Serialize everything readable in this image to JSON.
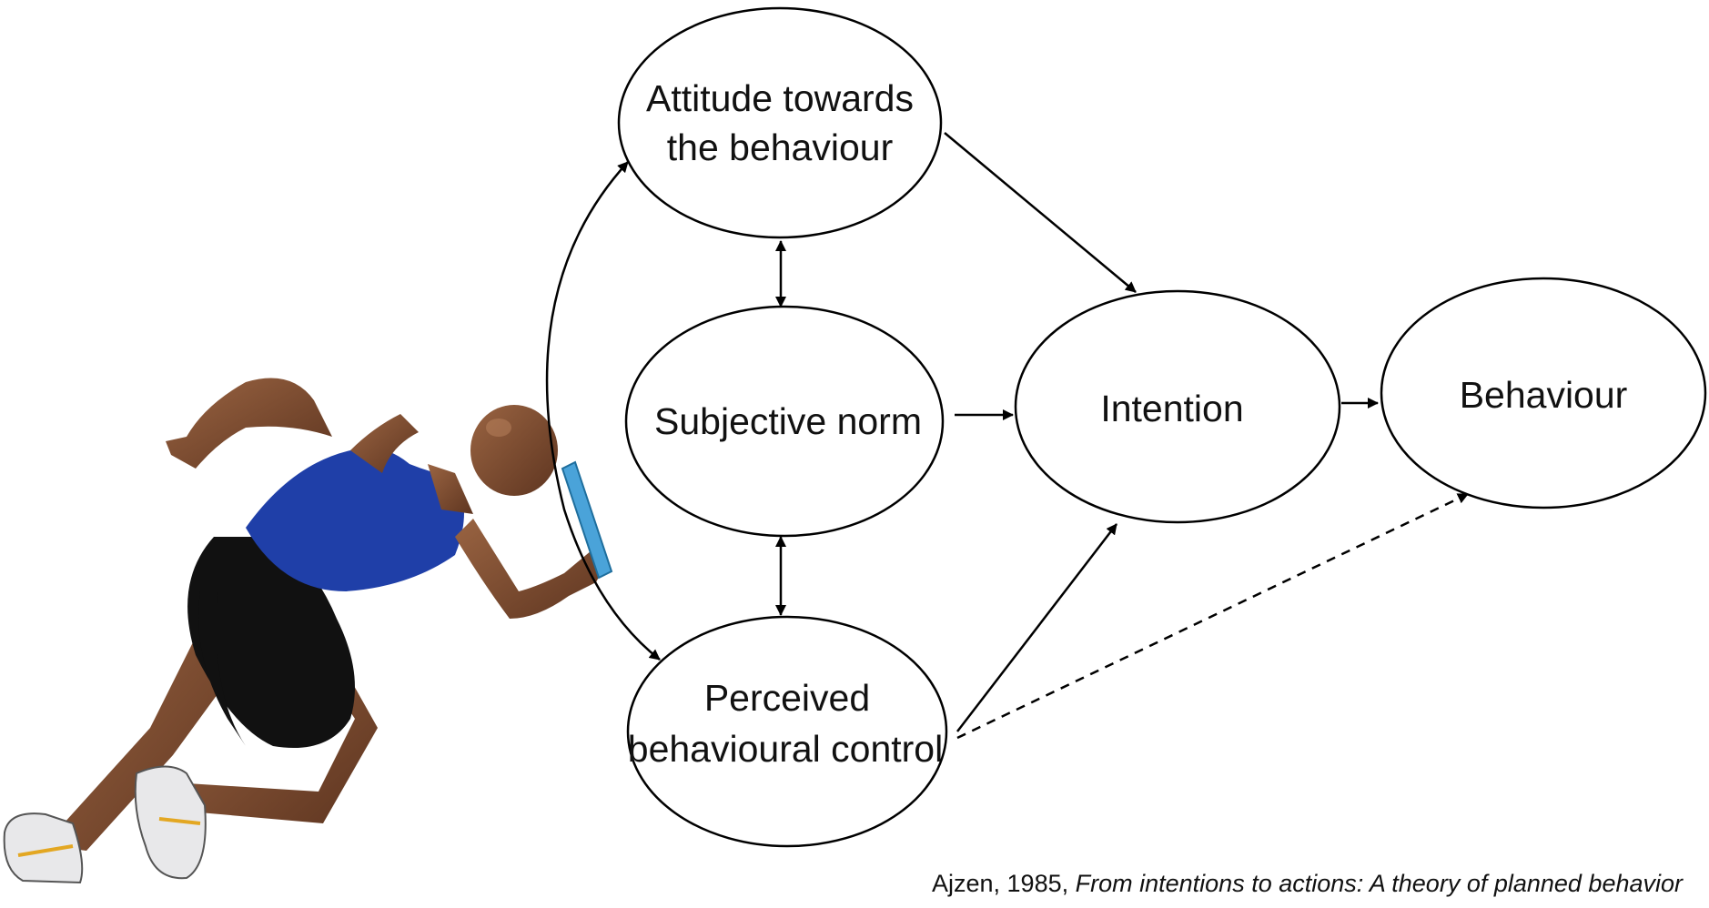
{
  "nodes": {
    "attitude": {
      "lines": [
        "Attitude towards",
        "the behaviour"
      ]
    },
    "subjective_norm": {
      "lines": [
        "Subjective norm"
      ]
    },
    "perceived_control": {
      "lines": [
        "Perceived",
        "behavioural control"
      ]
    },
    "intention": {
      "lines": [
        "Intention"
      ]
    },
    "behaviour": {
      "lines": [
        "Behaviour"
      ]
    }
  },
  "citation": {
    "author_year": "Ajzen, 1985, ",
    "title": "From intentions to actions: A theory of planned behavior"
  },
  "colors": {
    "stroke": "#000000",
    "singlet": "#1f3fa8",
    "shorts": "#111111",
    "skin": "#7a4a2e",
    "baton": "#4aa3d9"
  }
}
